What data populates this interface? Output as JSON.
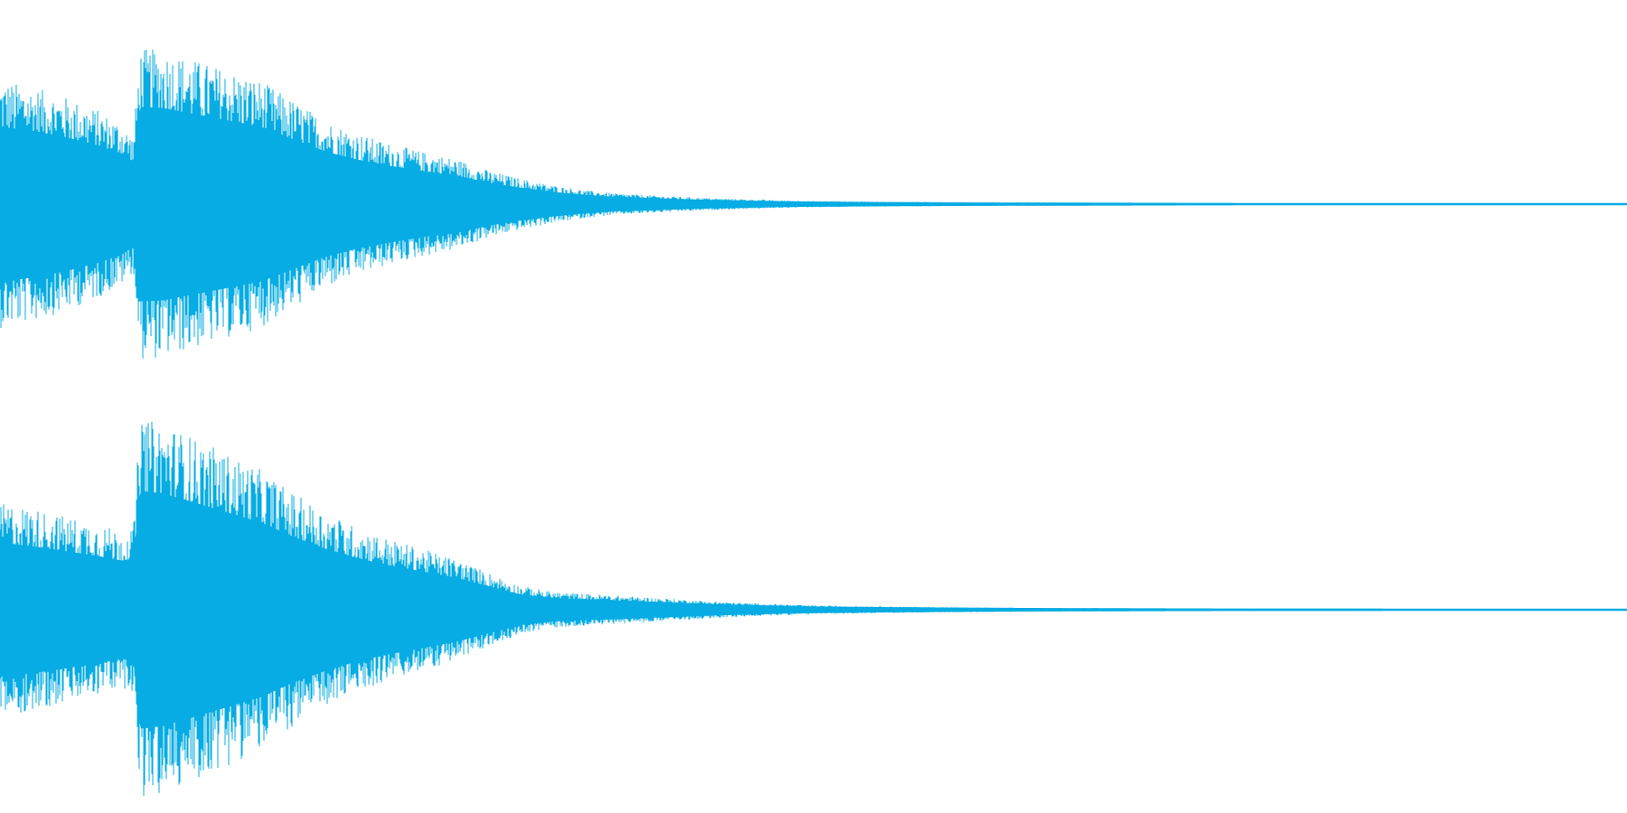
{
  "waveform": {
    "color": "#06ace3",
    "background": "#ffffff",
    "channels": [
      {
        "name": "channel-1",
        "envelope": [
          [
            0.0,
            0.74
          ],
          [
            0.02,
            0.7
          ],
          [
            0.04,
            0.64
          ],
          [
            0.06,
            0.56
          ],
          [
            0.075,
            0.48
          ],
          [
            0.082,
            0.4
          ],
          [
            0.086,
            0.93
          ],
          [
            0.1,
            0.92
          ],
          [
            0.12,
            0.86
          ],
          [
            0.14,
            0.8
          ],
          [
            0.16,
            0.74
          ],
          [
            0.18,
            0.62
          ],
          [
            0.2,
            0.5
          ],
          [
            0.22,
            0.42
          ],
          [
            0.24,
            0.36
          ],
          [
            0.26,
            0.31
          ],
          [
            0.28,
            0.27
          ],
          [
            0.3,
            0.2
          ],
          [
            0.32,
            0.15
          ],
          [
            0.34,
            0.11
          ],
          [
            0.36,
            0.08
          ],
          [
            0.38,
            0.06
          ],
          [
            0.4,
            0.05
          ],
          [
            0.42,
            0.04
          ],
          [
            0.44,
            0.032
          ],
          [
            0.46,
            0.026
          ],
          [
            0.48,
            0.02
          ],
          [
            0.5,
            0.016
          ],
          [
            0.54,
            0.012
          ],
          [
            0.58,
            0.009
          ],
          [
            0.62,
            0.007
          ],
          [
            0.66,
            0.006
          ],
          [
            0.72,
            0.004
          ],
          [
            0.76,
            0.003
          ],
          [
            1.0,
            0.002
          ]
        ]
      },
      {
        "name": "channel-2",
        "envelope": [
          [
            0.0,
            0.55
          ],
          [
            0.02,
            0.52
          ],
          [
            0.04,
            0.48
          ],
          [
            0.06,
            0.44
          ],
          [
            0.075,
            0.4
          ],
          [
            0.082,
            0.42
          ],
          [
            0.086,
            0.98
          ],
          [
            0.1,
            0.96
          ],
          [
            0.12,
            0.88
          ],
          [
            0.14,
            0.8
          ],
          [
            0.16,
            0.72
          ],
          [
            0.18,
            0.6
          ],
          [
            0.2,
            0.5
          ],
          [
            0.22,
            0.42
          ],
          [
            0.24,
            0.36
          ],
          [
            0.26,
            0.31
          ],
          [
            0.28,
            0.26
          ],
          [
            0.3,
            0.19
          ],
          [
            0.32,
            0.12
          ],
          [
            0.34,
            0.09
          ],
          [
            0.36,
            0.08
          ],
          [
            0.38,
            0.07
          ],
          [
            0.4,
            0.06
          ],
          [
            0.42,
            0.05
          ],
          [
            0.44,
            0.04
          ],
          [
            0.46,
            0.032
          ],
          [
            0.48,
            0.026
          ],
          [
            0.5,
            0.02
          ],
          [
            0.54,
            0.015
          ],
          [
            0.58,
            0.011
          ],
          [
            0.62,
            0.008
          ],
          [
            0.66,
            0.006
          ],
          [
            0.72,
            0.004
          ],
          [
            0.76,
            0.003
          ],
          [
            1.0,
            0.002
          ]
        ]
      }
    ]
  }
}
